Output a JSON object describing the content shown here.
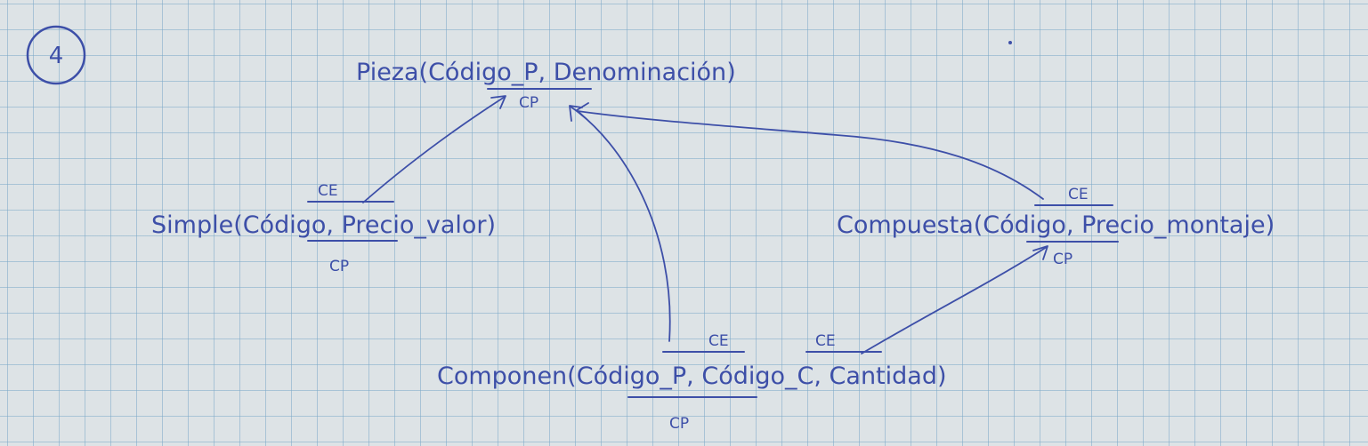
{
  "exercise_number": "4",
  "relations": {
    "pieza": {
      "name": "Pieza",
      "open": "(",
      "key": "Código_P",
      "separator": ", ",
      "rest": "Denominación",
      "close": ")",
      "key_note": "CP"
    },
    "simple": {
      "name": "Simple",
      "open": "(",
      "key": "Código",
      "separator": ", ",
      "rest": "Precio_valor",
      "close": ")",
      "key_note": "CP",
      "fk_note": "CE"
    },
    "compuesta": {
      "name": "Compuesta",
      "open": "(",
      "key": "Código",
      "separator": ", ",
      "rest": "Precio_montaje",
      "close": ")",
      "key_note": "CP",
      "fk_note": "CE"
    },
    "componen": {
      "name": "Componen",
      "open": "(",
      "key1": "Código_P",
      "separator": ", ",
      "key2": "Código_C",
      "separator2": ", ",
      "rest": "Cantidad",
      "close": ")",
      "key_note": "CP",
      "fk_note_1": "CE",
      "fk_note_2": "CE"
    }
  },
  "references": [
    {
      "from": "Simple.Código",
      "to": "Pieza.Código_P"
    },
    {
      "from": "Compuesta.Código",
      "to": "Pieza.Código_P"
    },
    {
      "from": "Componen.Código_P",
      "to": "Pieza.Código_P"
    },
    {
      "from": "Componen.Código_C",
      "to": "Compuesta.Código"
    }
  ]
}
